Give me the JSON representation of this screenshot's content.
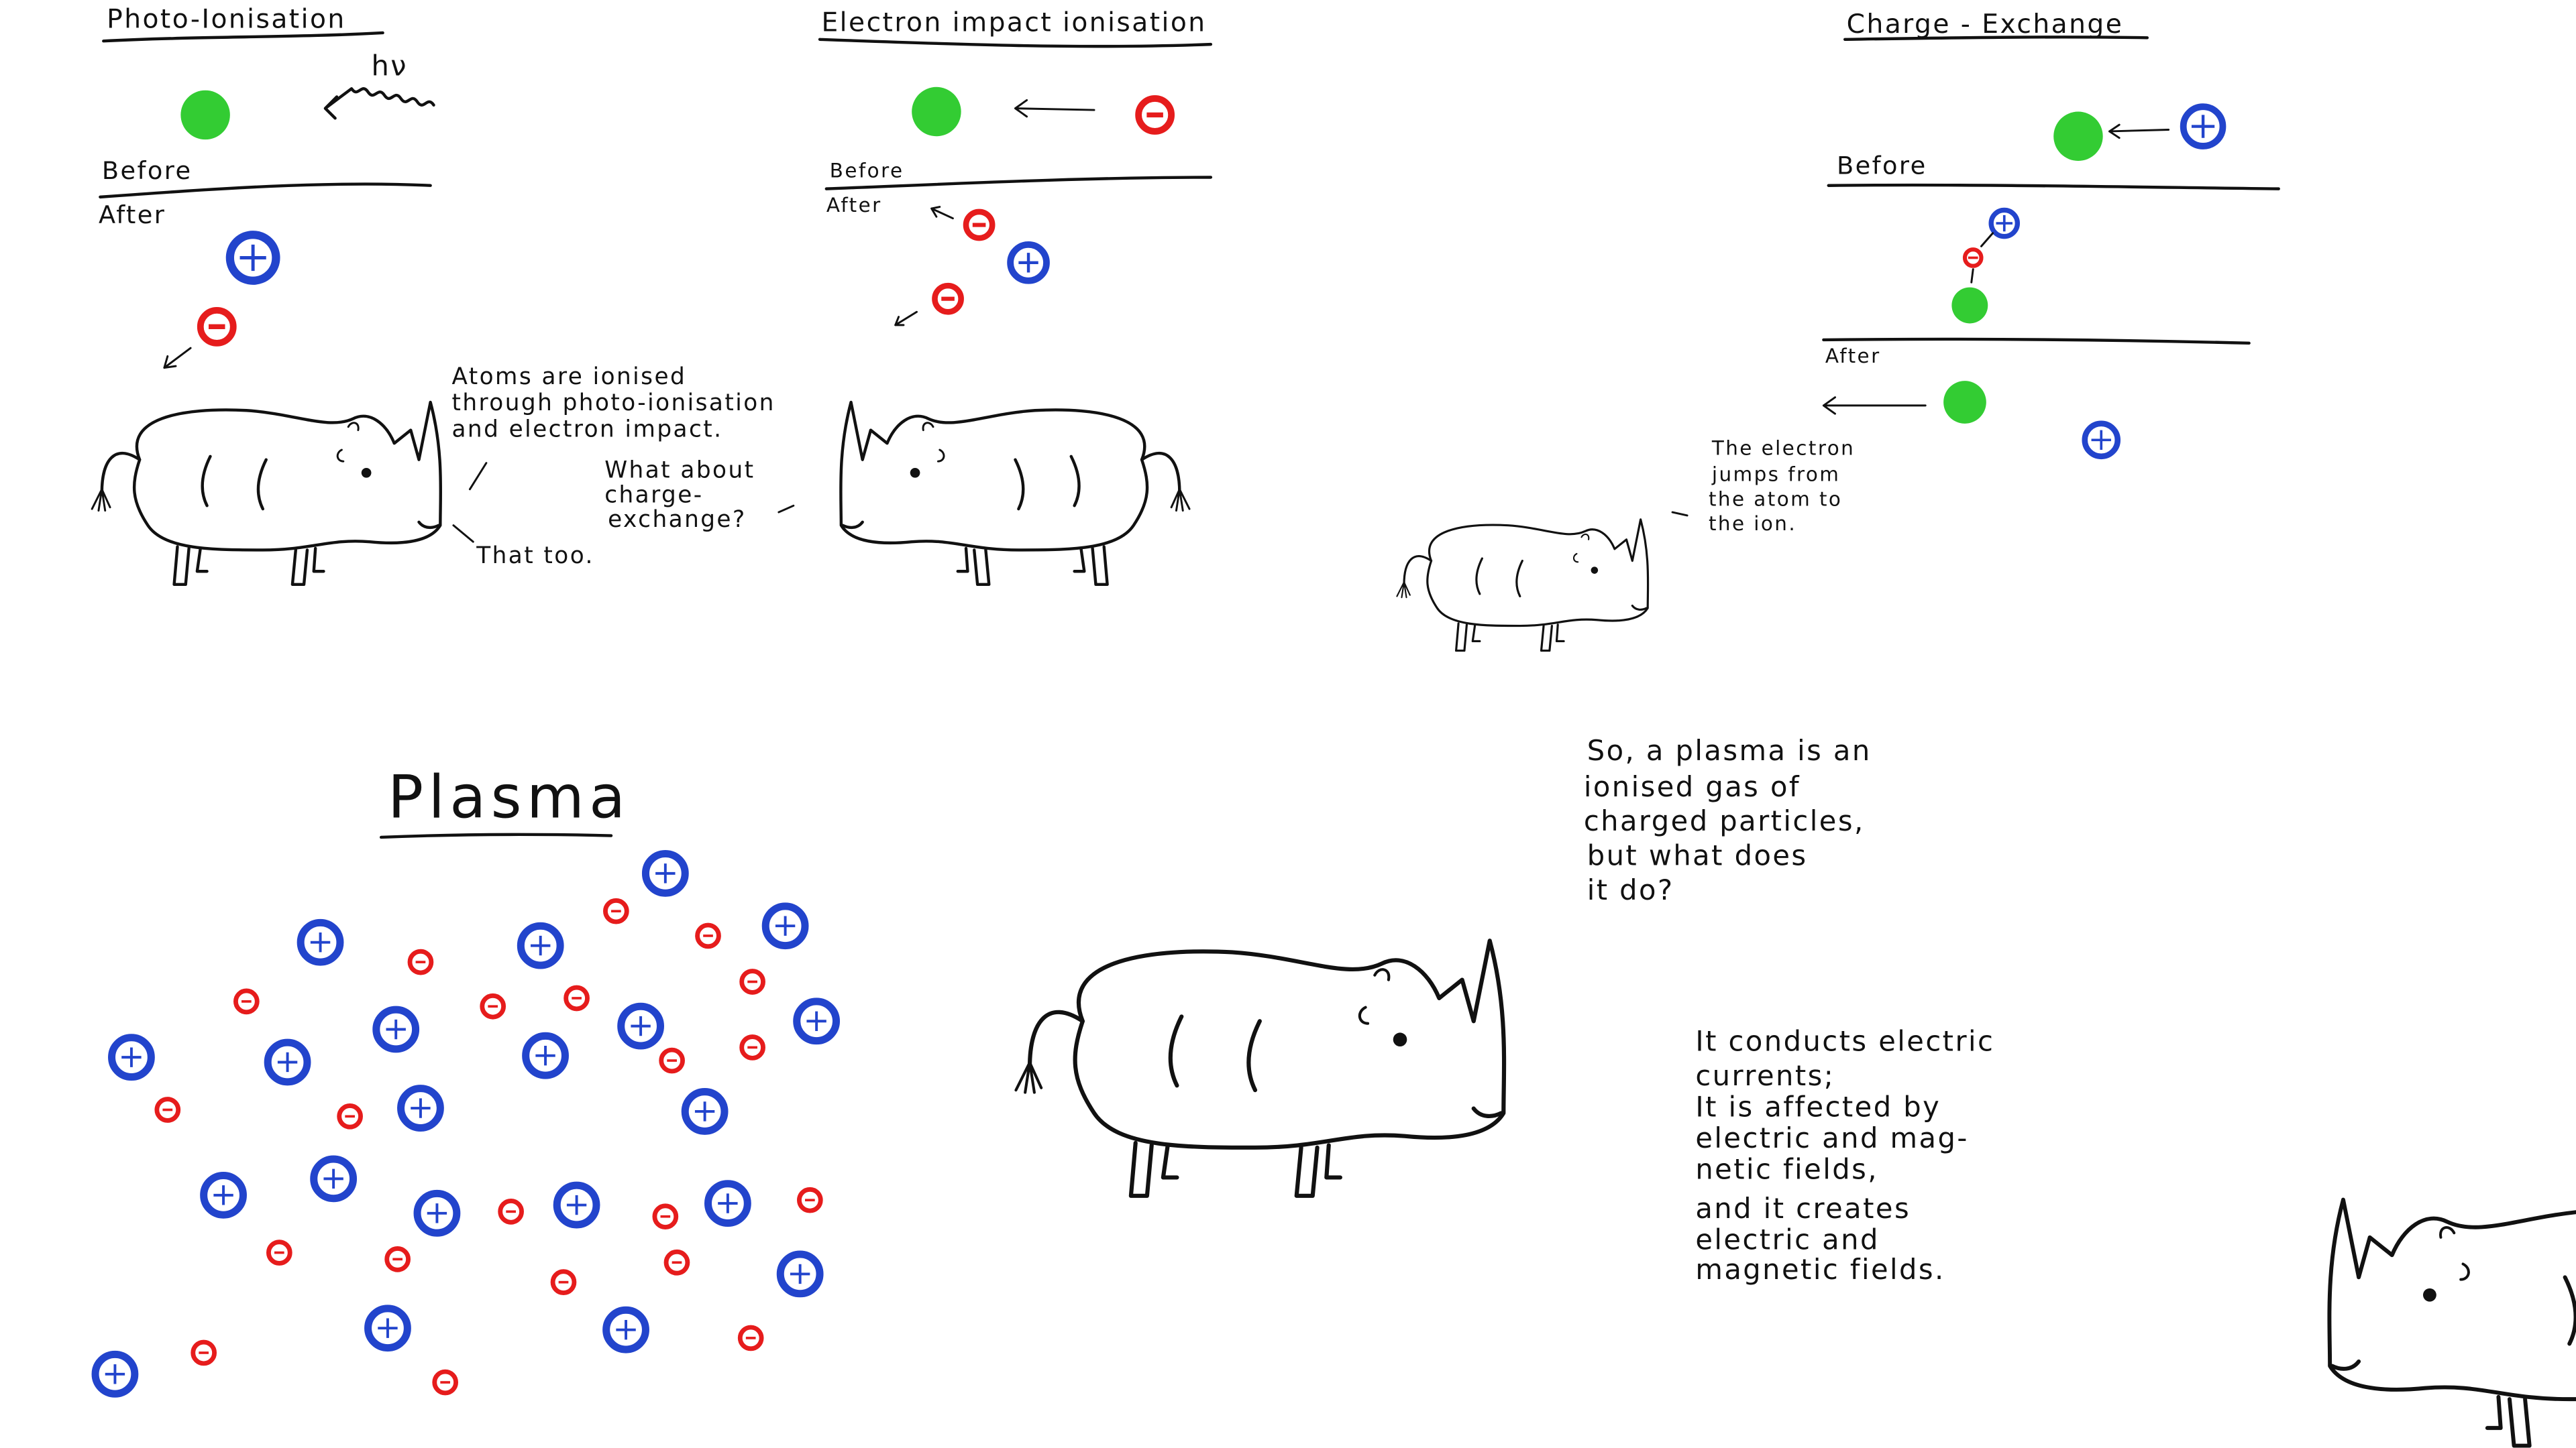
{
  "colors": {
    "atom": "#33cc33",
    "ion": "#2244cc",
    "electron": "#e61c1c",
    "ink": "#111111"
  },
  "photo": {
    "title": "Photo-Ionisation",
    "photon": "hν",
    "before": "Before",
    "after": "After"
  },
  "impact": {
    "title": "Electron impact ionisation",
    "before": "Before",
    "after": "After"
  },
  "exchange": {
    "title": "Charge - Exchange",
    "before": "Before",
    "after": "After"
  },
  "dialogue": {
    "rhino1": [
      "Atoms are ionised",
      "through photo-ionisation",
      "and electron impact."
    ],
    "rhino2": [
      "What about",
      "charge-",
      "exchange?"
    ],
    "reply": "That too.",
    "rhino3": [
      "The electron",
      "jumps from",
      "the atom to",
      "the ion."
    ]
  },
  "plasma": {
    "title": "Plasma"
  },
  "question": [
    "So, a plasma is an",
    "ionised gas of",
    "charged particles,",
    "but what does",
    "it do?"
  ],
  "answer": [
    "It conducts electric",
    "currents;",
    "It is affected by",
    "electric and mag-",
    "netic fields,",
    "and it creates",
    "electric and",
    "magnetic fields."
  ],
  "icons": {
    "atom": "green-circle",
    "ion": "plus-circle",
    "electron": "minus-circle",
    "photon": "wavy-arrow"
  }
}
